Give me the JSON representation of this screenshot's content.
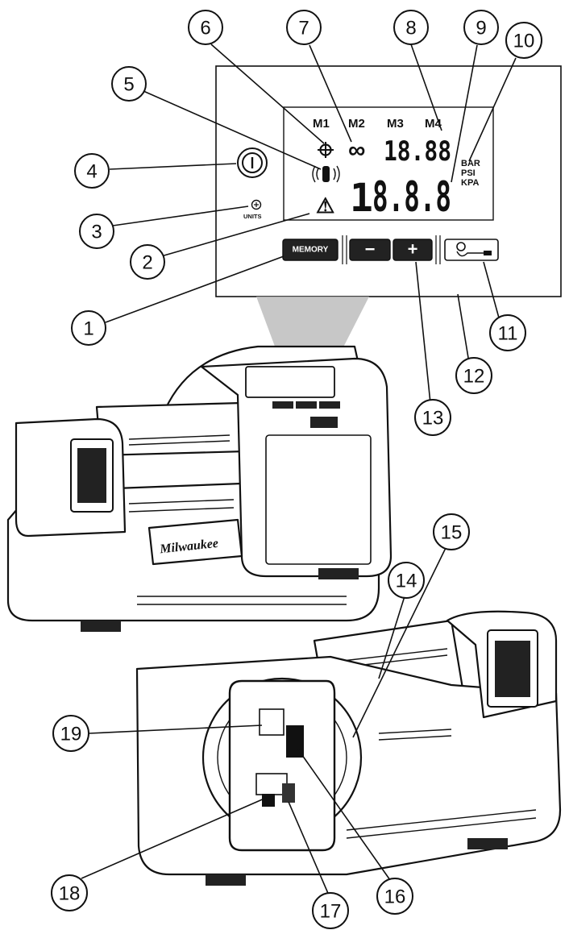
{
  "display": {
    "memory_labels": [
      "M1",
      "M2",
      "M3",
      "M4"
    ],
    "infinity_symbol": "∞",
    "small_readout": "18.88",
    "large_readout_prefix": "1",
    "large_readout": "8.8.8",
    "units": [
      "BAR",
      "PSI",
      "KPA"
    ],
    "units_button_label": "UNITS",
    "memory_button_label": "MEMORY",
    "minus_button_label": "−",
    "plus_button_label": "+",
    "warning_symbol": "⚠",
    "brand_logo_text": "Milwaukee"
  },
  "callouts": [
    "1",
    "2",
    "3",
    "4",
    "5",
    "6",
    "7",
    "8",
    "9",
    "10",
    "11",
    "12",
    "13",
    "14",
    "15",
    "16",
    "17",
    "18",
    "19"
  ]
}
